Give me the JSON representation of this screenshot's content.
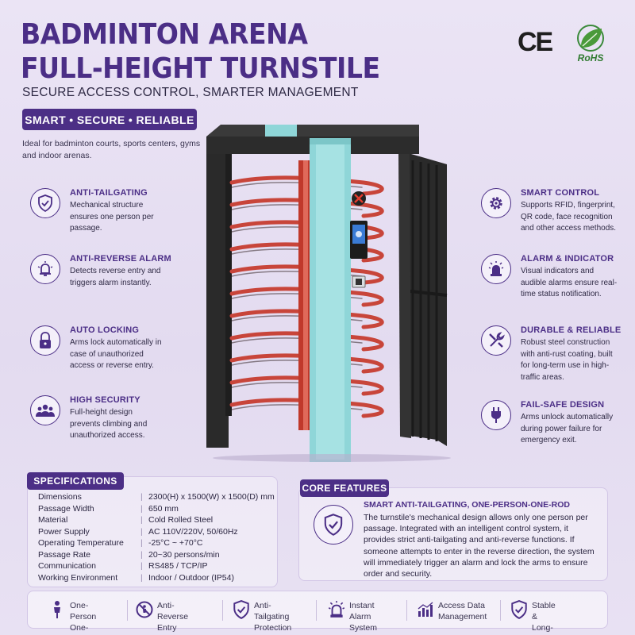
{
  "header": {
    "title_line1": "BADMINTON ARENA",
    "title_line2": "FULL-HEIGHT TURNSTILE",
    "subtitle": "SECURE ACCESS CONTROL, SMARTER MANAGEMENT",
    "tagline": "SMART • SECURE • RELIABLE",
    "intro": "Ideal for badminton courts, sports centers, gyms and indoor arenas."
  },
  "certifications": {
    "ce": "CE",
    "rohs": "RoHS"
  },
  "left_features": [
    {
      "icon": "shield-check-icon",
      "title": "ANTI-TAILGATING",
      "desc": "Mechanical structure ensures one person per passage."
    },
    {
      "icon": "alarm-bell-icon",
      "title": "ANTI-REVERSE ALARM",
      "desc": "Detects reverse entry and triggers alarm instantly."
    },
    {
      "icon": "padlock-icon",
      "title": "AUTO LOCKING",
      "desc": "Arms lock automatically in case of unauthorized access or reverse entry."
    },
    {
      "icon": "people-group-icon",
      "title": "HIGH SECURITY",
      "desc": "Full-height design prevents climbing and unauthorized access."
    }
  ],
  "right_features": [
    {
      "icon": "gear-icon",
      "title": "SMART CONTROL",
      "desc": "Supports RFID, fingerprint, QR code, face recognition and other access methods."
    },
    {
      "icon": "siren-light-icon",
      "title": "ALARM & INDICATOR",
      "desc": "Visual indicators and audible alarms ensure real-time status notification."
    },
    {
      "icon": "wrench-screwdriver-icon",
      "title": "DURABLE & RELIABLE",
      "desc": "Robust steel construction with anti-rust coating, built for long-term use in high-traffic areas."
    },
    {
      "icon": "power-plug-icon",
      "title": "FAIL-SAFE DESIGN",
      "desc": "Arms unlock automatically during power failure for emergency exit."
    }
  ],
  "specifications": {
    "heading": "SPECIFICATIONS",
    "separator": "|",
    "rows": [
      {
        "key": "Dimensions",
        "value": "2300(H) x 1500(W) x 1500(D) mm"
      },
      {
        "key": "Passage Width",
        "value": "650 mm"
      },
      {
        "key": "Material",
        "value": "Cold Rolled Steel"
      },
      {
        "key": "Power Supply",
        "value": "AC 110V/220V, 50/60Hz"
      },
      {
        "key": "Operating Temperature",
        "value": "-25°C ~ +70°C"
      },
      {
        "key": "Passage Rate",
        "value": "20~30 persons/min"
      },
      {
        "key": "Communication",
        "value": "RS485 / TCP/IP"
      },
      {
        "key": "Working Environment",
        "value": "Indoor / Outdoor (IP54)"
      }
    ]
  },
  "core_features": {
    "heading": "CORE FEATURES",
    "title": "SMART ANTI-TAILGATING, ONE-PERSON-ONE-ROD",
    "text": "The turnstile's mechanical design allows only one person per passage. Integrated with an intelligent control system, it provides strict anti-tailgating and anti-reverse functions. If someone attempts to enter in the reverse direction, the system will immediately trigger an alarm and lock the arms to ensure order and security."
  },
  "bottom_bar": [
    {
      "icon": "person-icon",
      "label": "One-Person\nOne-Rod"
    },
    {
      "icon": "no-entry-icon",
      "label": "Anti-Reverse\nEntry"
    },
    {
      "icon": "shield-check-icon",
      "label": "Anti-Tailgating\nProtection"
    },
    {
      "icon": "siren-light-icon",
      "label": "Instant Alarm\nSystem"
    },
    {
      "icon": "bar-chart-icon",
      "label": "Access Data\nManagement"
    },
    {
      "icon": "shield-check-icon",
      "label": "Stable &\nLong-Lasting"
    }
  ],
  "colors": {
    "brand": "#4c2f86",
    "frame": "#2a2a2a",
    "post": "#8fd6d8",
    "arms": "#c8453a"
  }
}
